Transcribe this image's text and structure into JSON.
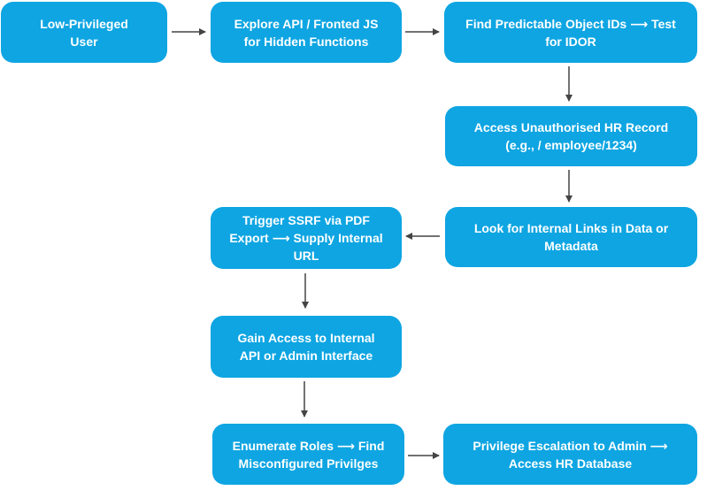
{
  "diagram": {
    "node_color": "#0ea5e2",
    "arrow_color": "#444444",
    "nodes": [
      {
        "id": "low-privileged-user",
        "label": "Low-Privileged\nUser"
      },
      {
        "id": "explore-api",
        "label": "Explore API / Fronted JS\nfor Hidden Functions"
      },
      {
        "id": "find-object-ids",
        "label": "Find Predictable Object IDs ⟶ Test\nfor IDOR"
      },
      {
        "id": "access-hr-record",
        "label": "Access Unauthorised HR Record\n(e.g., / employee/1234)"
      },
      {
        "id": "internal-links",
        "label": "Look for Internal Links in Data or\nMetadata"
      },
      {
        "id": "trigger-ssrf",
        "label": "Trigger SSRF via PDF\nExport ⟶ Supply Internal\nURL"
      },
      {
        "id": "gain-internal-access",
        "label": "Gain Access to Internal\nAPI or Admin Interface"
      },
      {
        "id": "enumerate-roles",
        "label": "Enumerate Roles ⟶ Find\nMisconfigured Privilges"
      },
      {
        "id": "privilege-escalation",
        "label": "Privilege Escalation to Admin ⟶\nAccess HR Database"
      }
    ]
  }
}
